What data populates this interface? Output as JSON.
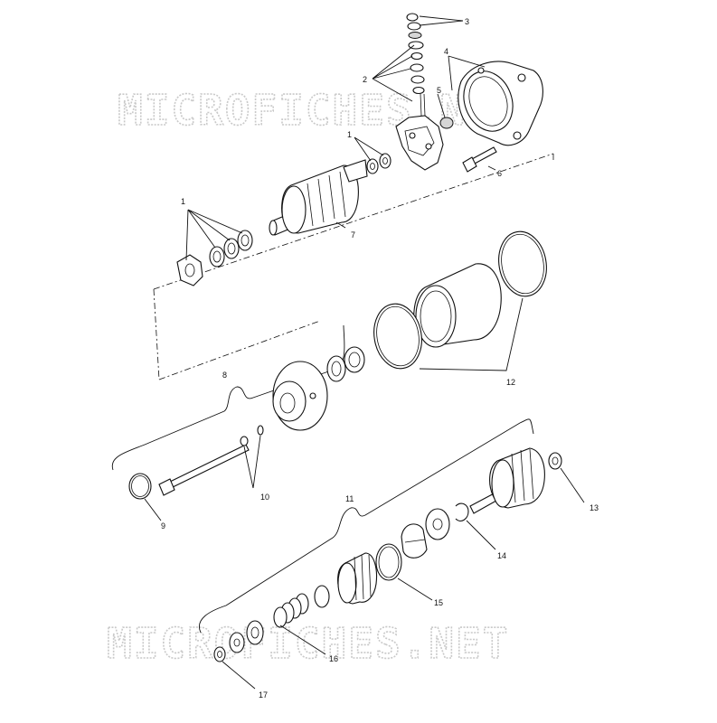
{
  "watermark": {
    "top": "MICROFICHES.NET",
    "bottom": "MICROFICHES.NET"
  },
  "callouts": [
    "1",
    "1",
    "2",
    "3",
    "4",
    "5",
    "6",
    "7",
    "8",
    "9",
    "10",
    "11",
    "12",
    "13",
    "14",
    "15",
    "16",
    "17"
  ]
}
